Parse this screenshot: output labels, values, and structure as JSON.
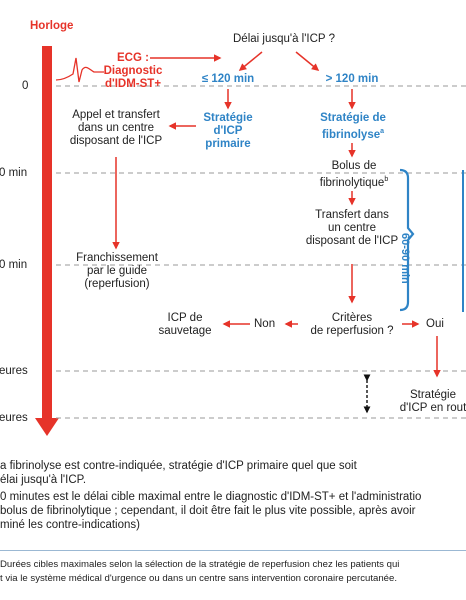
{
  "clock_label": "Horloge",
  "ticks": [
    "0",
    "0 min",
    "0 min",
    "eures",
    "eures"
  ],
  "ecg": "ECG :\nDiagnostic\nd'IDM-ST+",
  "delay_question": "Délai jusqu'à l'ICP ?",
  "branch_le120": "≤ 120 min",
  "branch_gt120": "> 120 min",
  "transfer_box": "Appel et transfert\ndans un centre\ndisposant de l'ICP",
  "strategy_icp": "Stratégie\nd'ICP\nprimaire",
  "strategy_fib": "Stratégie de\nfibrinolyse",
  "strategy_fib_mark": "a",
  "bolus": "Bolus de\nfibrinolytique",
  "bolus_mark": "b",
  "transfer2": "Transfert dans\nun centre\ndisposant de l'ICP",
  "bracket_label": "60-90 min",
  "crossing": "Franchissement\npar le guide\n(reperfusion)",
  "criteria": "Critères\nde reperfusion ?",
  "no_label": "Non",
  "yes_label": "Oui",
  "rescue": "ICP de\nsauvetage",
  "strategy_route": "Stratégie\nd'ICP en rout",
  "footnotes": [
    "a fibrinolyse est contre-indiquée, stratégie d'ICP primaire quel que soit",
    "élai jusqu'à l'ICP.",
    "0 minutes est le délai cible maximal entre le diagnostic d'IDM-ST+ et l'administratio",
    "bolus de fibrinolytique ; cependant, il doit être fait le plus vite possible, après avoir",
    "miné les contre-indications)"
  ],
  "caption": [
    "Durées cibles maximales selon la sélection de la stratégie de reperfusion chez les patients qui",
    "t via le système médical d'urgence ou dans un centre sans intervention coronaire percutanée."
  ],
  "colors": {
    "red": "#e63329",
    "blue": "#2f84c6",
    "text": "#222222",
    "grey": "#999999"
  }
}
